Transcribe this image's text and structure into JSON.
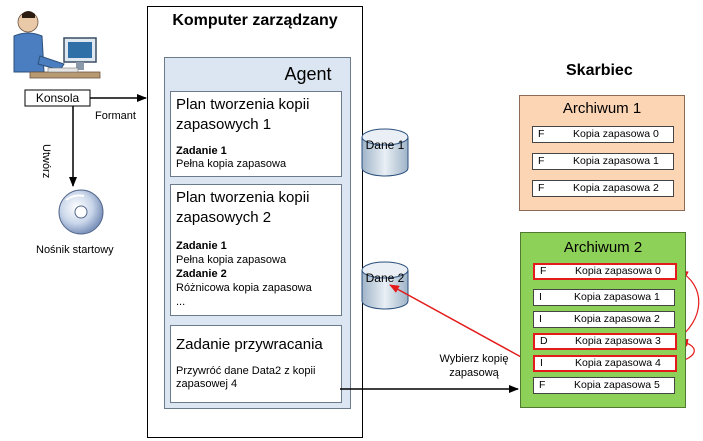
{
  "managed": {
    "title": "Komputer zarządzany",
    "agent_title": "Agent"
  },
  "plan1": {
    "title": "Plan tworzenia kopii zapasowych 1",
    "task_name": "Zadanie 1",
    "task_desc": "Pełna kopia zapasowa"
  },
  "plan2": {
    "title": "Plan tworzenia kopii zapasowych 2",
    "task1_name": "Zadanie 1",
    "task1_desc": "Pełna kopia zapasowa",
    "task2_name": "Zadanie 2",
    "task2_desc": "Różnicowa kopia zapasowa",
    "ellipsis": "..."
  },
  "restore": {
    "title": "Zadanie przywracania",
    "desc": "Przywróć dane Data2 z kopii zapasowej 4"
  },
  "data": {
    "d1": "Dane 1",
    "d2": "Dane 2"
  },
  "console": {
    "label": "Konsola",
    "formant": "Formant",
    "create": "Utwórz",
    "boot_media": "Nośnik startowy"
  },
  "vault": {
    "title": "Skarbiec",
    "archive1": {
      "title": "Archiwum 1",
      "backups": [
        {
          "type": "F",
          "name": "Kopia zapasowa 0"
        },
        {
          "type": "F",
          "name": "Kopia zapasowa 1"
        },
        {
          "type": "F",
          "name": "Kopia zapasowa 2"
        }
      ]
    },
    "archive2": {
      "title": "Archiwum 2",
      "backups": [
        {
          "type": "F",
          "name": "Kopia zapasowa 0"
        },
        {
          "type": "I",
          "name": "Kopia zapasowa 1"
        },
        {
          "type": "I",
          "name": "Kopia zapasowa 2"
        },
        {
          "type": "D",
          "name": "Kopia zapasowa 3"
        },
        {
          "type": "I",
          "name": "Kopia zapasowa 4"
        },
        {
          "type": "F",
          "name": "Kopia zapasowa 5"
        }
      ]
    }
  },
  "select_backup": "Wybierz kopię zapasową",
  "colors": {
    "agent_bg": "#dce6f2",
    "archive1_bg": "#fcd5b5",
    "archive2_bg": "#8ed158",
    "highlight": "#e31b1b"
  }
}
